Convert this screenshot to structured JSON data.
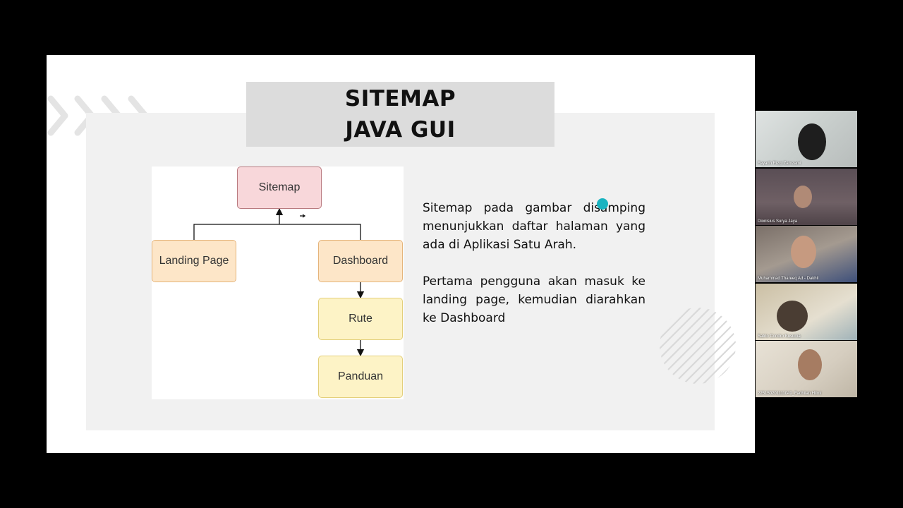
{
  "slide": {
    "title_line1": "SITEMAP",
    "title_line2": "JAVA GUI",
    "diagram": {
      "nodes": {
        "sitemap": "Sitemap",
        "landing": "Landing Page",
        "dashboard": "Dashboard",
        "rute": "Rute",
        "panduan": "Panduan"
      }
    },
    "description": {
      "paragraph1": "Sitemap pada gambar disamping menunjukkan daftar halaman yang ada di Aplikasi Satu Arah.",
      "paragraph2": "Pertama pengguna akan masuk ke landing page, kemudian diarahkan ke Dashboard"
    }
  },
  "participants": [
    {
      "name": "Fayadh Rizqi Zamzami"
    },
    {
      "name": "Dionisius Surya Jaya"
    },
    {
      "name": "Muhammad Thareeq Ad - Dakhil"
    },
    {
      "name": "Satrio Condro Kusuma"
    },
    {
      "name": "225150201111049_Fadhilah Hilmi"
    }
  ],
  "colors": {
    "background": "#000000",
    "slide": "#ffffff",
    "panel": "#f1f1f1",
    "title_box": "#dcdcdc",
    "cursor": "#19b3c0"
  }
}
